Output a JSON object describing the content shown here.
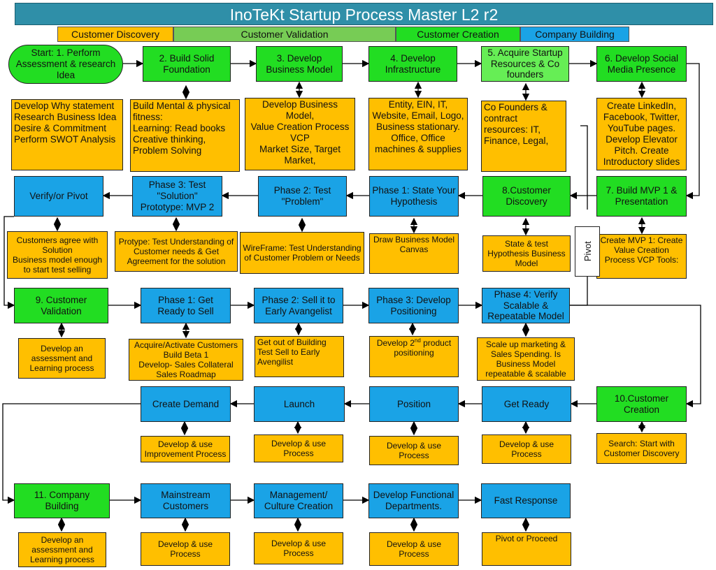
{
  "title": "InoTeKt Startup Process Master L2 r2",
  "legend": {
    "customer_discovery": "Customer Discovery",
    "customer_validation": "Customer Validation",
    "customer_creation": "Customer Creation",
    "company_building": "Company Building"
  },
  "colors": {
    "green": "#22dd22",
    "light_green": "#66ee55",
    "blue": "#1aa3e6",
    "orange": "#ffbf00",
    "title": "#2f8fa8"
  },
  "steps": {
    "s1": "Start: 1. Perform Assessment & research Idea",
    "s2": "2. Build Solid Foundation",
    "s3": "3. Develop Business Model",
    "s4": "4. Develop Infrastructure",
    "s5": "5. Acquire Startup Resources & Co founders",
    "s6": "6. Develop Social Media Presence",
    "s7": "7. Build MVP 1 & Presentation",
    "s8": "8.Customer Discovery",
    "verify_pivot": "Verify/or Pivot",
    "cd_ph3": "Phase 3: Test \"Solution\" Prototype: MVP 2",
    "cd_ph2": "Phase 2: Test \"Problem\"",
    "cd_ph1": "Phase 1: State Your Hypothesis",
    "s9": "9. Customer Validation",
    "cv_ph1": "Phase 1: Get Ready to Sell",
    "cv_ph2": "Phase 2: Sell it to Early Avangelist",
    "cv_ph3": "Phase 3: Develop Positioning",
    "cv_ph4": "Phase 4: Verify Scalable & Repeatable Model",
    "s10": "10.Customer Creation",
    "get_ready": "Get Ready",
    "position": "Position",
    "launch": "Launch",
    "create_demand": "Create Demand",
    "s11": "11. Company Building",
    "mainstream": "Mainstream Customers",
    "management": "Management/ Culture Creation",
    "functional": "Develop Functional Departments.",
    "fast_response": "Fast Response",
    "pivot": "Pivot"
  },
  "notes": {
    "n1": "Develop Why statement\nResearch Business Idea\nDesire & Commitment\nPerform SWOT Analysis",
    "n2": "Build Mental & physical fitness:\nLearning: Read books\nCreative thinking,\nProblem Solving",
    "n3": "Develop Business Model,\nValue Creation Process VCP\nMarket Size, Target Market,",
    "n4": "Entity, EIN, IT, Website, Email, Logo, Business stationary. Office, Office machines & supplies",
    "n5": "Co Founders & contract resources: IT, Finance, Legal,",
    "n6": "Create LinkedIn, Facebook, Twitter, YouTube pages. Develop Elevator Pitch. Create Introductory slides",
    "n7": "Create MVP 1: Create Value Creation Process VCP Tools:",
    "n8": "State & test Hypothesis Business Model",
    "n_cd_ph1": "Draw Business Model Canvas",
    "n_cd_ph2": "WireFrame: Test Understanding of Customer Problem or Needs",
    "n_cd_ph3": "Protype: Test Understanding of Customer needs & Get Agreement for the solution",
    "n_verify": "Customers agree with Solution\nBusiness model enough to start test selling",
    "n9": "Develop an assessment and Learning process",
    "n_cv_ph1": "Acquire/Activate Customers\nBuild Beta 1\nDevelop- Sales Collateral\nSales Roadmap",
    "n_cv_ph2": "Get out of Building Test Sell to Early Avengilist",
    "n_cv_ph3_pre": "Develop 2",
    "n_cv_ph3_sup": "nd",
    "n_cv_ph3_post": " product positioning",
    "n_cv_ph4": "Scale up marketing & Sales Spending. Is Business Model repeatable & scalable",
    "n10": "Search: Start with Customer Discovery",
    "n_get_ready": "Develop & use Process",
    "n_position": "Develop & use Process",
    "n_launch": "Develop & use Process",
    "n_create_demand": "Develop & use Improvement Process",
    "n11": "Develop an assessment and Learning process",
    "n_mainstream": "Develop & use Process",
    "n_management": "Develop & use Process",
    "n_functional": "Develop & use Process",
    "n_fast_response": "Pivot or Proceed"
  }
}
